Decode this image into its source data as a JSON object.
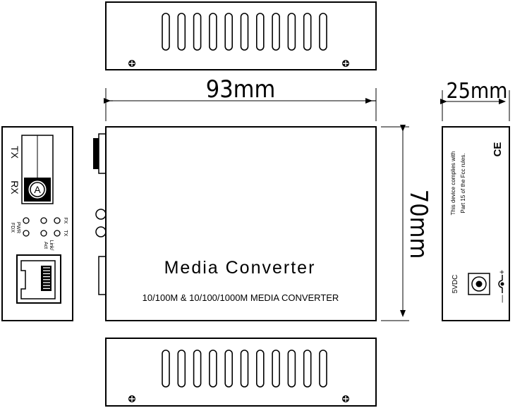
{
  "dimensions": {
    "width_label": "93mm",
    "depth_label": "25mm",
    "height_label": "70mm"
  },
  "top_panel": {
    "vent_slot_count": 11
  },
  "bottom_panel": {
    "vent_slot_count": 11
  },
  "front_face": {
    "title": "Media Converter",
    "subtitle": "10/100M & 10/100/1000M MEDIA CONVERTER"
  },
  "port_side": {
    "tx_label": "TX",
    "rx_label": "RX",
    "port_glyph": "A",
    "led_labels": {
      "fx": "FX",
      "tx": "TX",
      "pwr": "PWR",
      "fdx": "FDX",
      "link_act_1": "Link/",
      "link_act_2": "Act"
    }
  },
  "power_side": {
    "compliance_line_1": "This device complies with",
    "compliance_line_2": "Part 15 of the Fcc rules.",
    "ce_mark": "CE",
    "power_label": "5VDC",
    "polarity_plus": "+",
    "polarity_minus": "—"
  }
}
